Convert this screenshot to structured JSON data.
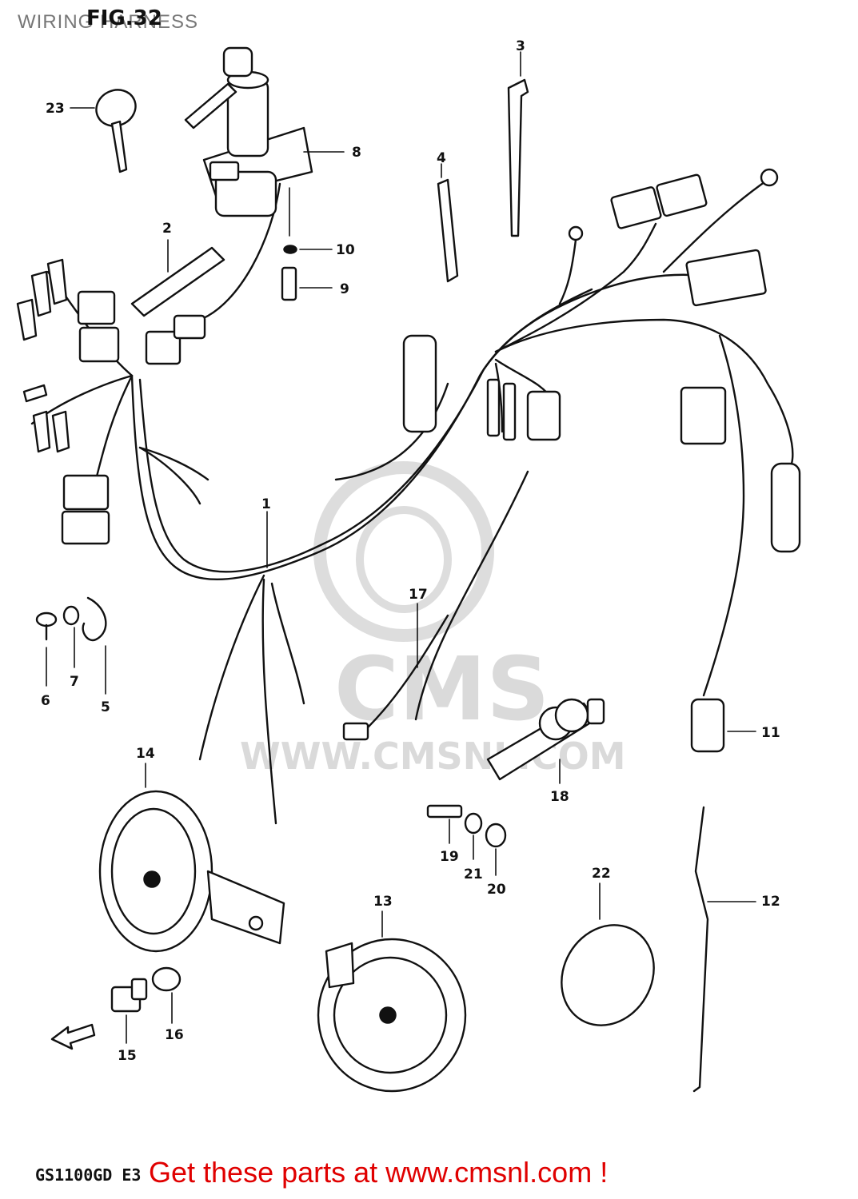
{
  "header": {
    "title": "WIRING HARNESS",
    "figure_label": "FIG.32"
  },
  "watermark": {
    "brand": "CMS",
    "url": "WWW.CMSNL.COM"
  },
  "footer": {
    "model_code": "GS1100GD E3",
    "promo": "Get these parts at www.cmsnl.com !"
  },
  "callouts": [
    "1",
    "2",
    "3",
    "4",
    "5",
    "6",
    "7",
    "8",
    "9",
    "10",
    "11",
    "12",
    "13",
    "14",
    "15",
    "16",
    "17",
    "18",
    "19",
    "20",
    "21",
    "22",
    "23"
  ],
  "parts": [
    "wiring-harness",
    "clamp-plate",
    "cable-band",
    "wire-clamp",
    "wire-clip",
    "screw",
    "washer",
    "ignition-switch",
    "bolt",
    "washer-ignition",
    "front-brake-switch",
    "spring",
    "horn-low",
    "horn-high",
    "bolt-horn",
    "washer-horn",
    "earth-lead",
    "rear-brake-switch",
    "spring-pin",
    "washer-switch",
    "washer-switch-small",
    "reflector",
    "key"
  ]
}
